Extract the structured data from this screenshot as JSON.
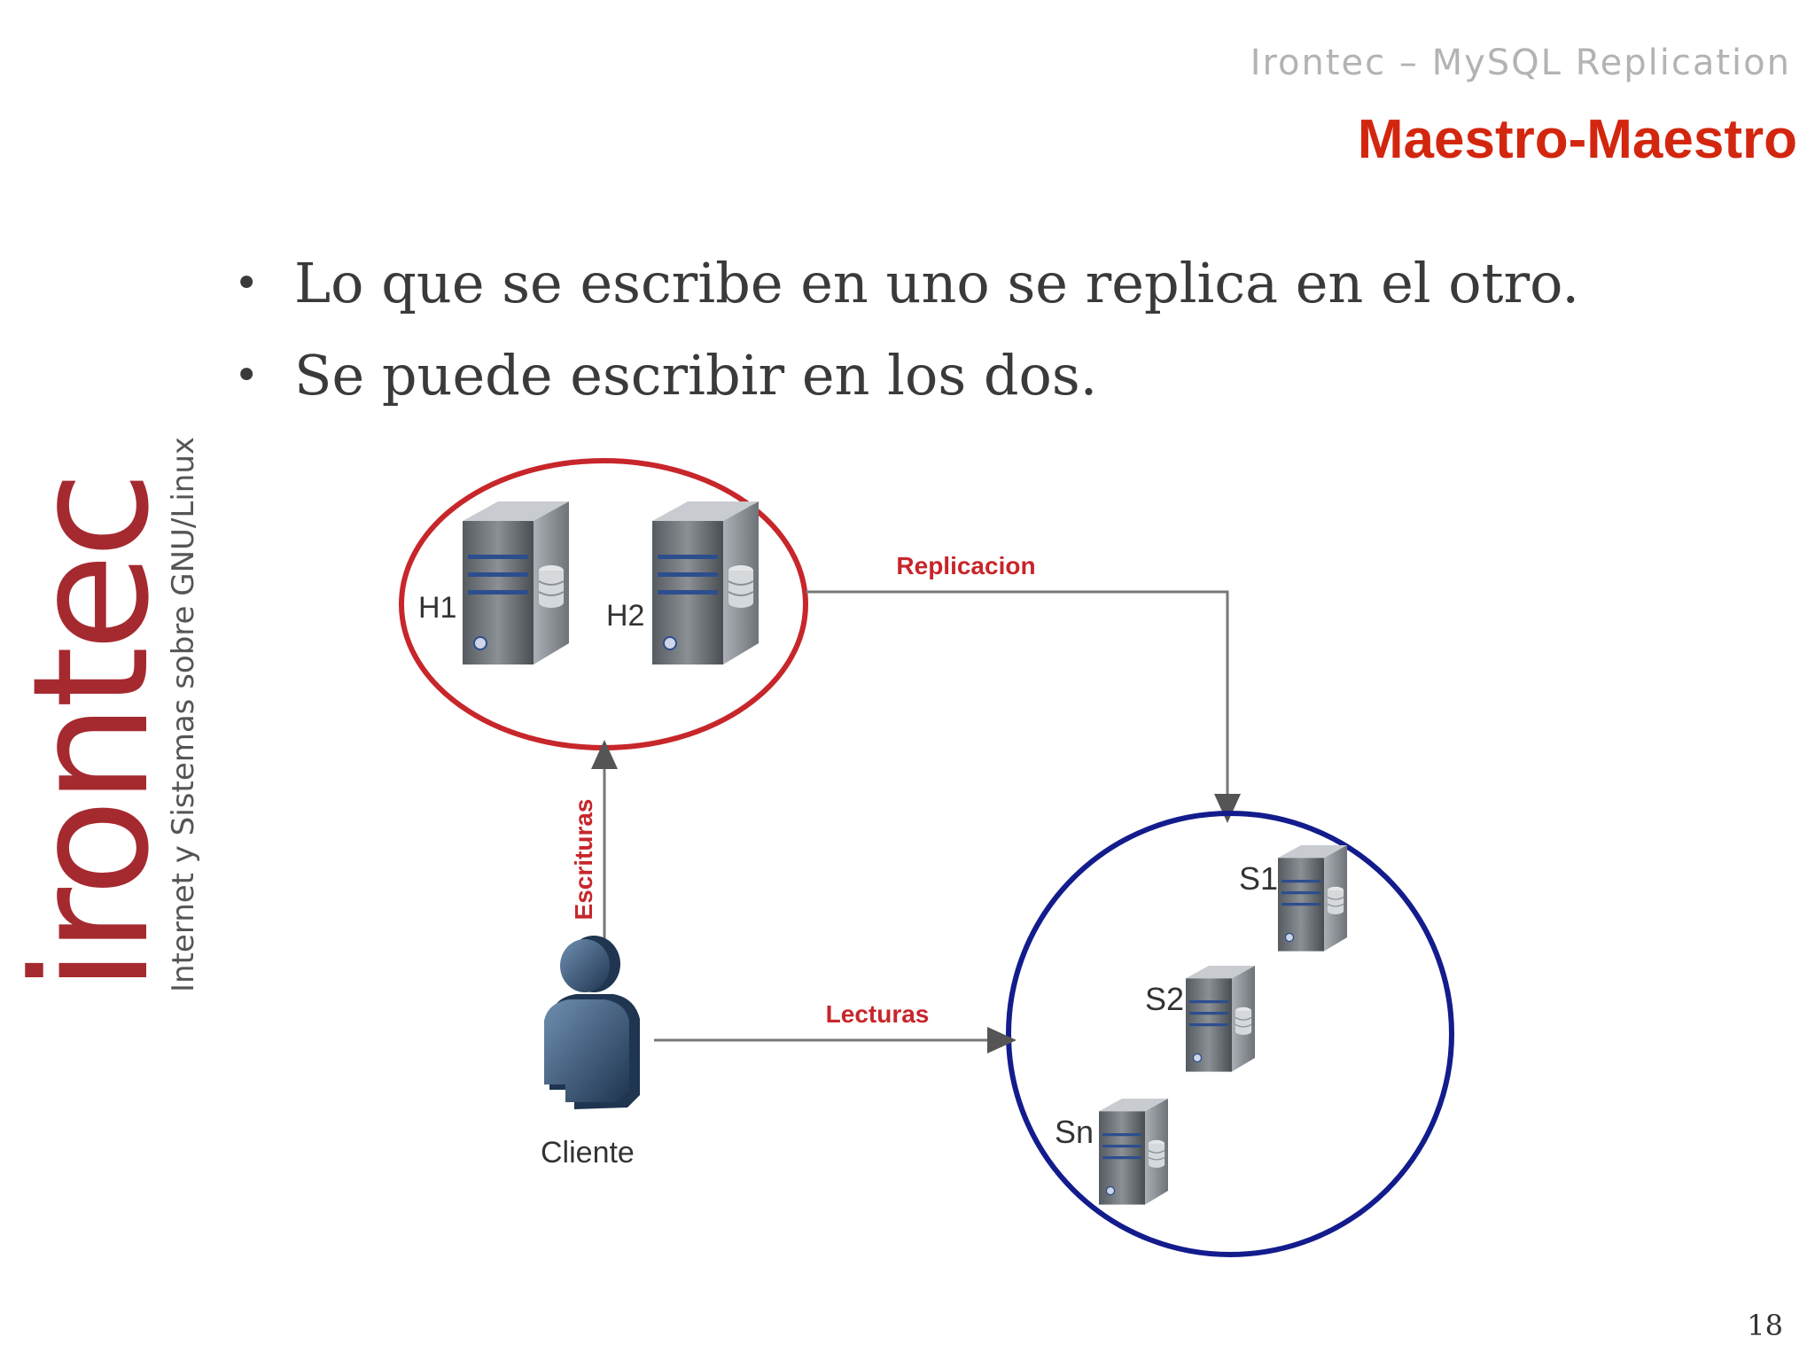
{
  "header": {
    "subtitle": "Irontec – MySQL Replication",
    "title": "Maestro-Maestro"
  },
  "bullets": [
    "Lo que se escribe en uno se replica en el otro.",
    "Se puede escribir en los dos."
  ],
  "logo": {
    "brand": "irontec",
    "tagline": "Internet y Sistemas sobre GNU/Linux"
  },
  "diagram": {
    "masters": [
      "H1",
      "H2"
    ],
    "slaves": [
      "S1",
      "S2",
      "Sn"
    ],
    "client_label": "Cliente",
    "replication_label": "Replicacion",
    "writes_label": "Escrituras",
    "reads_label": "Lecturas",
    "colors": {
      "master_group": "#c7262b",
      "slave_group": "#131c8c",
      "arrow_label": "#c7262b",
      "connector": "#777777"
    }
  },
  "page_number": "18"
}
